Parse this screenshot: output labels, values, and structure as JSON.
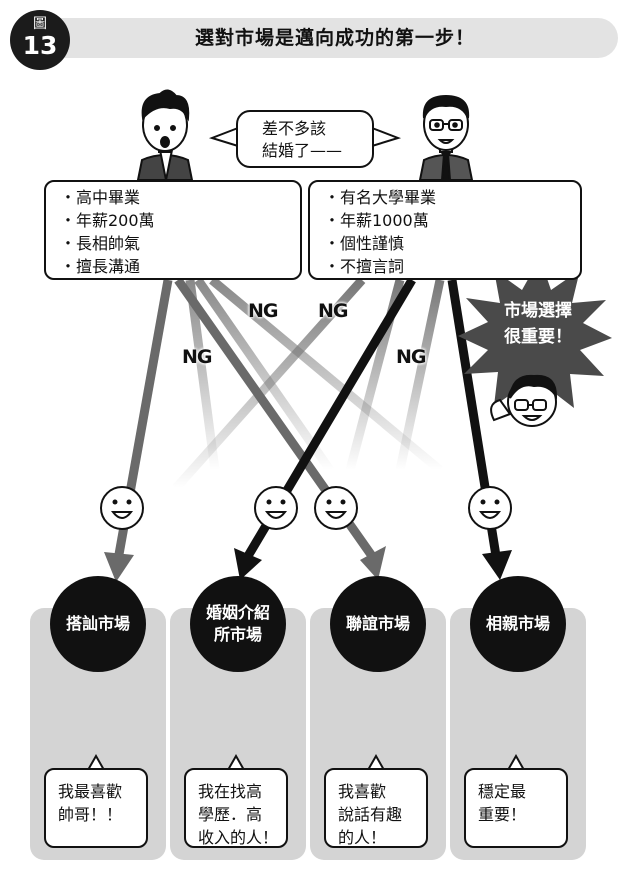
{
  "header": {
    "figure_label": "圖",
    "figure_number": "13",
    "title": "選對市場是邁向成功的第一步！"
  },
  "men_bubble": [
    "差不多該",
    "結婚了——"
  ],
  "men": {
    "left": {
      "attributes": [
        "・高中畢業",
        "・年薪200萬",
        "・長相帥氣",
        "・擅長溝通"
      ]
    },
    "right": {
      "attributes": [
        "・有名大學畢業",
        "・年薪1000萬",
        "・個性謹慎",
        "・不擅言詞"
      ]
    }
  },
  "ng_labels": [
    "NG",
    "NG",
    "NG",
    "NG"
  ],
  "callout": [
    "市場選擇",
    "很重要！"
  ],
  "markets": [
    {
      "name": "搭訕市場",
      "speech": "我最喜歡\n帥哥！！"
    },
    {
      "name": "婚姻介紹\n所市場",
      "speech": "我在找高\n學歷．高\n收入的人！"
    },
    {
      "name": "聯誼市場",
      "speech": "我喜歡\n說話有趣\n的人！"
    },
    {
      "name": "相親市場",
      "speech": "穩定最\n重要！"
    }
  ],
  "colors": {
    "dark": "#111111",
    "panel": "#d4d4d4",
    "title_bar": "#e3e3e3",
    "arrow_gray": "#6a6a6a"
  }
}
